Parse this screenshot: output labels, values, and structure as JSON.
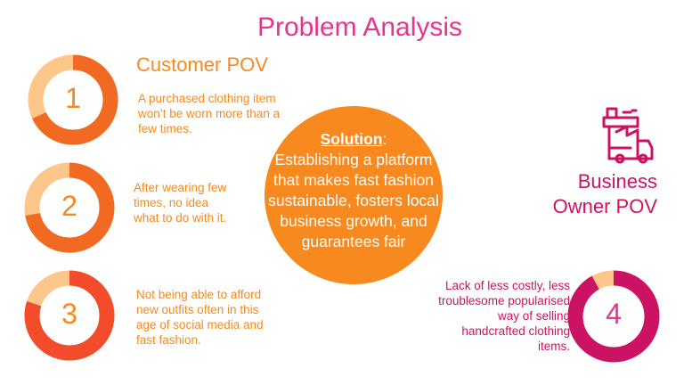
{
  "title": "Problem Analysis",
  "colors": {
    "title": "#e8338f",
    "orange": "#f7891e",
    "light_orange": "#fdc68a",
    "dark_orange": "#f26a22",
    "light_red": "#f24c2a",
    "magenta": "#cc1363",
    "pink_light": "#fdc68a"
  },
  "customer": {
    "heading": "Customer POV",
    "items": [
      {
        "number": "1",
        "text": "A purchased clothing item won’t be worn more than a few times.",
        "fill": 0.68
      },
      {
        "number": "2",
        "text": "After wearing few times, no idea what to do with it.",
        "fill": 0.72
      },
      {
        "number": "3",
        "text": "Not being able to afford new outfits often in this age of social media and fast fashion.",
        "fill": 0.8
      }
    ]
  },
  "solution": {
    "label": "Solution",
    "colon": ":",
    "text": "Establishing a platform that makes fast fashion sustainable, fosters local business growth, and guarantees fair"
  },
  "business": {
    "heading": "Business Owner POV",
    "icon": "factory-icon",
    "item": {
      "number": "4",
      "text": "Lack of less costly, less troublesome popularised way of selling handcrafted clothing items.",
      "fill": 0.92
    }
  }
}
